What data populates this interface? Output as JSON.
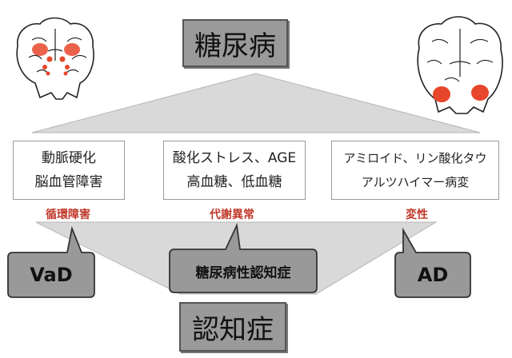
{
  "top_title": "糖尿病",
  "bottom_title": "認知症",
  "causes": [
    {
      "line1": "動脈硬化",
      "line2": "脳血管障害",
      "mechanism": "循環障害"
    },
    {
      "line1": "酸化ストレス、AGE",
      "line2": "高血糖、低血糖",
      "mechanism": "代謝異常"
    },
    {
      "line1": "アミロイド、リン酸化タウ",
      "line2": "アルツハイマー病変",
      "mechanism": "変性"
    }
  ],
  "outcomes": {
    "left": "VaD",
    "center": "糖尿病性認知症",
    "right": "AD"
  },
  "colors": {
    "box_gray": "#9a9a9a",
    "highlight_red": "#c0392b",
    "lesion_orange": "#e8462a"
  },
  "icons": [
    "brain-coronal-left-icon",
    "brain-coronal-right-icon"
  ]
}
